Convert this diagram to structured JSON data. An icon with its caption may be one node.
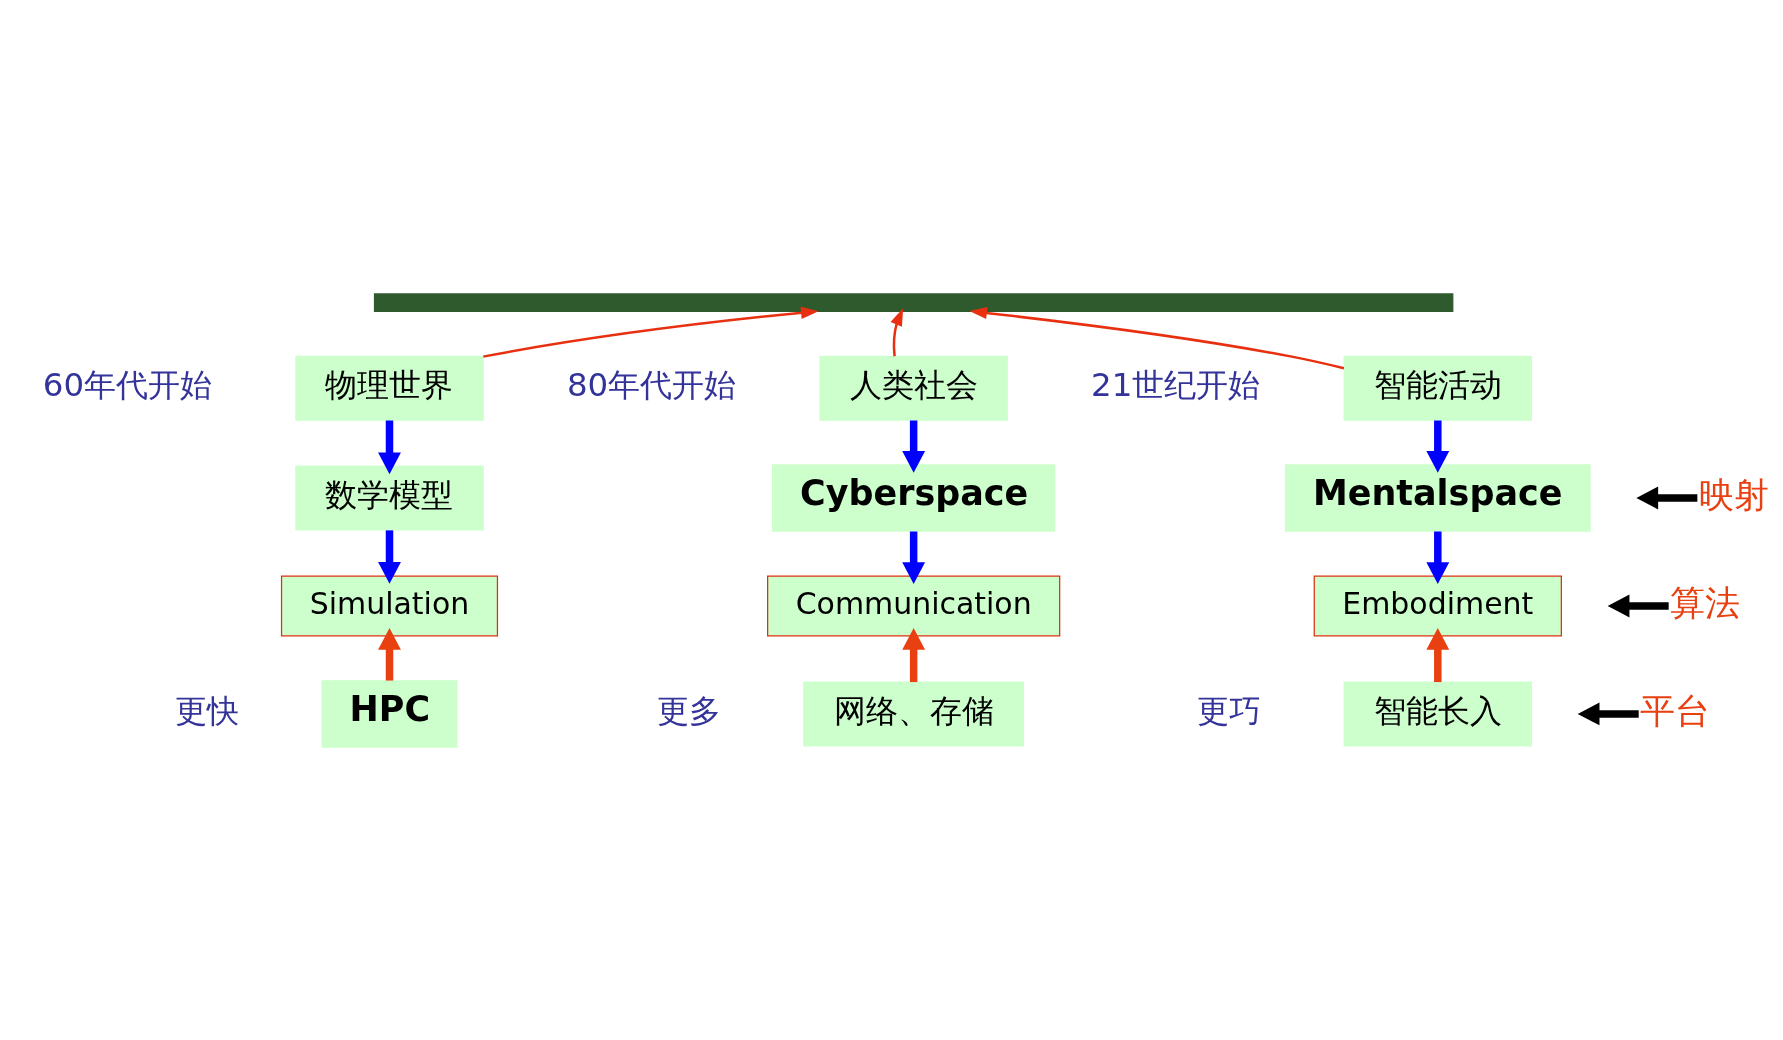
{
  "diagram": {
    "nodes": [
      {
        "text": [],
        "shape": "bar"
      },
      {
        "text": [
          "物理世界"
        ],
        "beside": [
          "60年代开始"
        ]
      },
      {
        "text": [
          "数学模型"
        ]
      },
      {
        "text": [
          "Simulation"
        ]
      },
      {
        "text": [
          "HPC"
        ],
        "beside": [
          "更快"
        ]
      },
      {
        "text": [
          "人类社会"
        ],
        "beside": [
          "80年代开始"
        ]
      },
      {
        "text": [
          "Cyberspace"
        ]
      },
      {
        "text": [
          "Communication"
        ]
      },
      {
        "text": [
          "网络、存储"
        ],
        "beside": [
          "更多"
        ]
      },
      {
        "text": [
          "智能活动"
        ],
        "beside": [
          "21世纪开始"
        ]
      },
      {
        "text": [
          "Mentalspace"
        ]
      },
      {
        "text": [
          "Embodiment"
        ]
      },
      {
        "text": [
          "智能长入"
        ],
        "beside": [
          "更巧"
        ]
      },
      {
        "text": [
          "映射"
        ]
      },
      {
        "text": [
          "算法"
        ]
      },
      {
        "text": [
          "平台"
        ]
      }
    ],
    "edges": [
      {
        "from": 1,
        "to": 0,
        "arrow": "to",
        "color": "#e83010"
      },
      {
        "from": 5,
        "to": 0,
        "arrow": "to",
        "color": "#e83010"
      },
      {
        "from": 9,
        "to": 0,
        "arrow": "to",
        "color": "#e83010"
      },
      {
        "from": 1,
        "to": 2,
        "arrow": "to",
        "color": "#0000ff"
      },
      {
        "from": 2,
        "to": 3,
        "arrow": "to",
        "color": "#0000ff"
      },
      {
        "from": 5,
        "to": 6,
        "arrow": "to",
        "color": "#0000ff"
      },
      {
        "from": 6,
        "to": 7,
        "arrow": "to",
        "color": "#0000ff"
      },
      {
        "from": 9,
        "to": 10,
        "arrow": "to",
        "color": "#0000ff"
      },
      {
        "from": 10,
        "to": 11,
        "arrow": "to",
        "color": "#0000ff"
      },
      {
        "from": 4,
        "to": 3,
        "arrow": "to",
        "color": "#e84010"
      },
      {
        "from": 8,
        "to": 7,
        "arrow": "to",
        "color": "#e84010"
      },
      {
        "from": 12,
        "to": 11,
        "arrow": "to",
        "color": "#e84010"
      },
      {
        "from": 13,
        "to": null,
        "arrow": "to",
        "color": "#000000"
      },
      {
        "from": 14,
        "to": null,
        "arrow": "to",
        "color": "#000000"
      },
      {
        "from": 15,
        "to": null,
        "arrow": "to",
        "color": "#000000"
      }
    ]
  }
}
